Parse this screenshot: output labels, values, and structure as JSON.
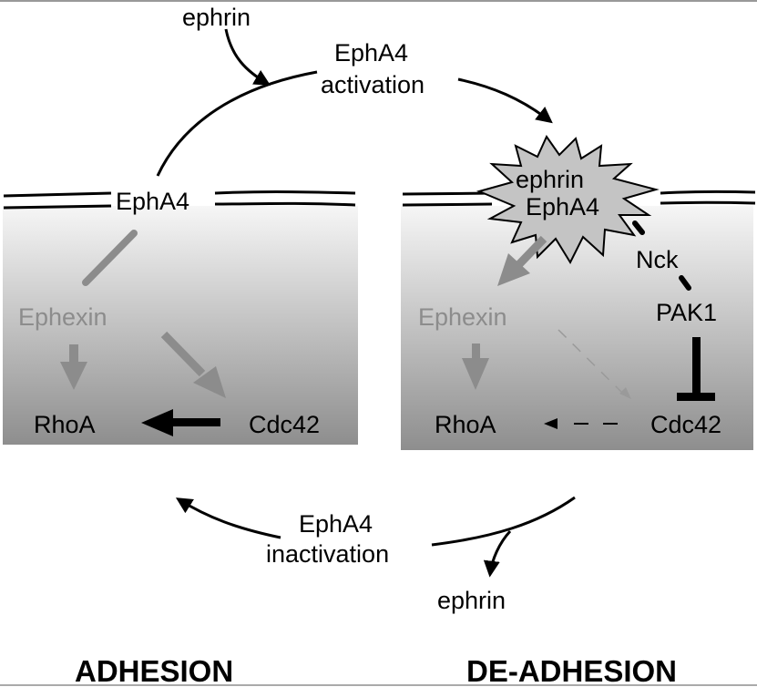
{
  "figure": {
    "top_ephrin": "ephrin",
    "activation": {
      "line1": "EphA4",
      "line2": "activation"
    },
    "inactivation": {
      "line1": "EphA4",
      "line2": "inactivation"
    },
    "bottom_ephrin": "ephrin",
    "left_panel": {
      "state_label": "ADHESION",
      "receptor": "EphA4",
      "gef": "Ephexin",
      "rho": "RhoA",
      "cdc42": "Cdc42"
    },
    "right_panel": {
      "state_label": "DE-ADHESION",
      "complex_line1": "ephrin",
      "complex_line2": "EphA4",
      "adaptor": "Nck",
      "kinase": "PAK1",
      "gef": "Ephexin",
      "rho": "RhoA",
      "cdc42": "Cdc42"
    },
    "colors": {
      "active": "#000000",
      "inactive": "#8c8c8c",
      "panel_top": "#f4f4f4",
      "panel_bottom": "#8f8f8f",
      "star_fill": "#c4c4c4"
    }
  }
}
